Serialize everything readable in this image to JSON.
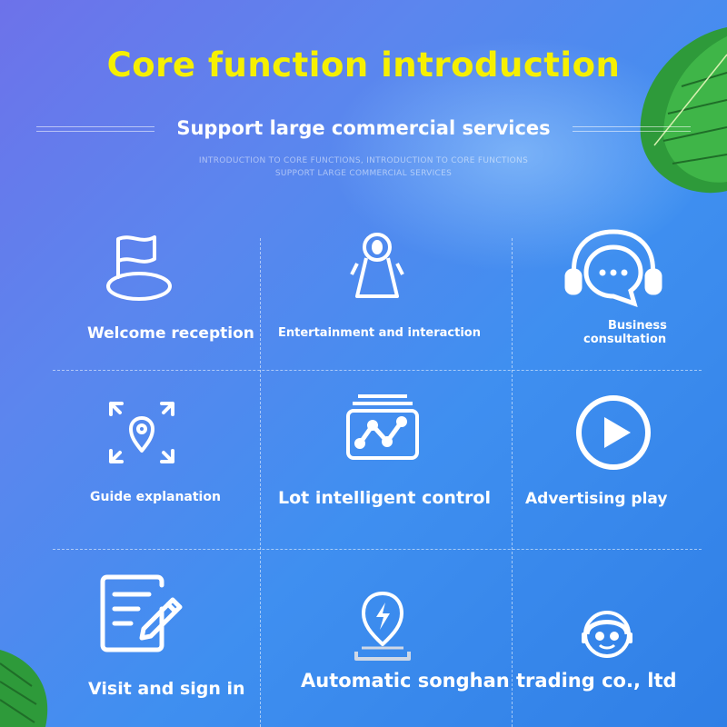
{
  "header": {
    "title": "Core function introduction",
    "subtitle": "Support large commercial services",
    "small_line1": "INTRODUCTION TO CORE FUNCTIONS, INTRODUCTION TO CORE FUNCTIONS",
    "small_line2": "SUPPORT LARGE COMMERCIAL SERVICES"
  },
  "colors": {
    "title": "#f6f000",
    "background": "#4a8af0",
    "icon": "#ffffff"
  },
  "features": [
    {
      "label": "Welcome reception",
      "icon": "flag-icon"
    },
    {
      "label": "Entertainment and interaction",
      "icon": "robot-icon"
    },
    {
      "label_line1": "Business",
      "label_line2": "consultation",
      "icon": "headset-chat-icon"
    },
    {
      "label": "Guide explanation",
      "icon": "location-scan-icon"
    },
    {
      "label": "Lot intelligent control",
      "icon": "chart-stack-icon"
    },
    {
      "label": "Advertising play",
      "icon": "play-icon"
    },
    {
      "label": "Visit and sign in",
      "icon": "sign-document-icon"
    },
    {
      "label": "",
      "icon": "charging-pin-icon"
    },
    {
      "label": "",
      "icon": "robot-face-icon"
    }
  ],
  "footer": {
    "company": "Automatic songhan trading co., ltd"
  }
}
